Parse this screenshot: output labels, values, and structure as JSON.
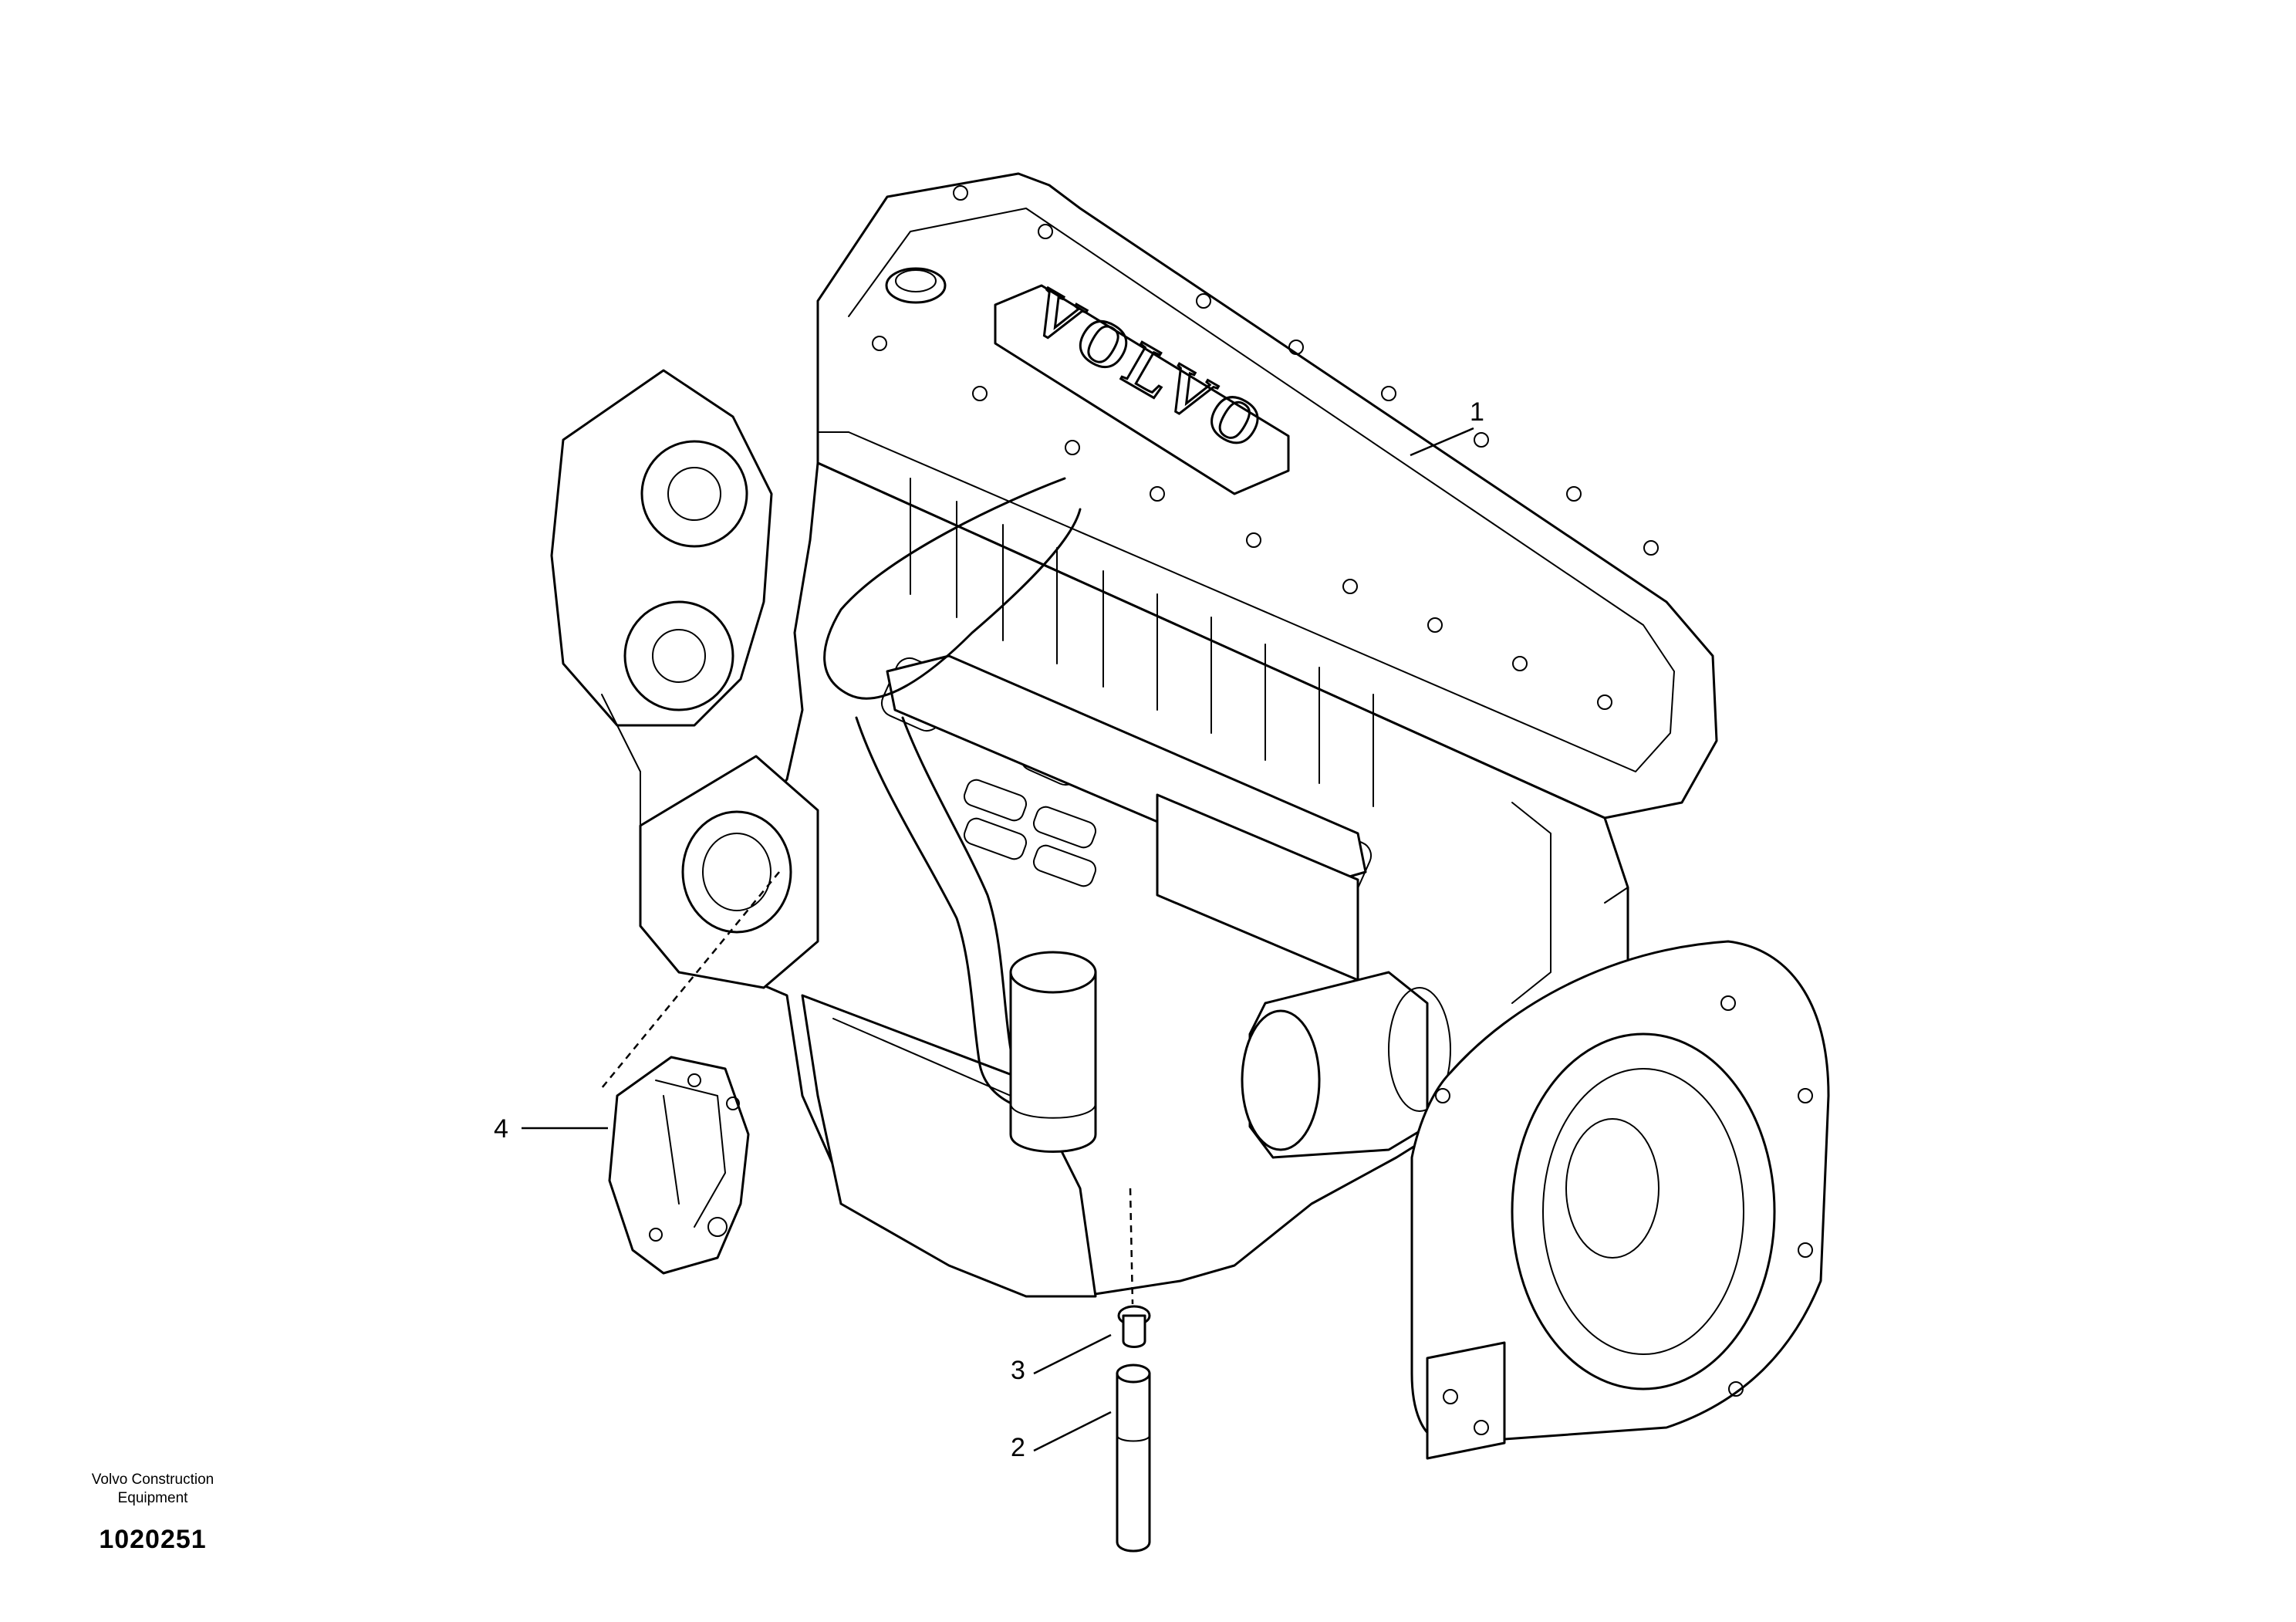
{
  "brand_mark": "VOLVO",
  "callouts": [
    {
      "id": "1",
      "label": "1"
    },
    {
      "id": "2",
      "label": "2"
    },
    {
      "id": "3",
      "label": "3"
    },
    {
      "id": "4",
      "label": "4"
    }
  ],
  "footer": {
    "maker_line1": "Volvo Construction",
    "maker_line2": "Equipment",
    "doc_number": "1020251"
  }
}
